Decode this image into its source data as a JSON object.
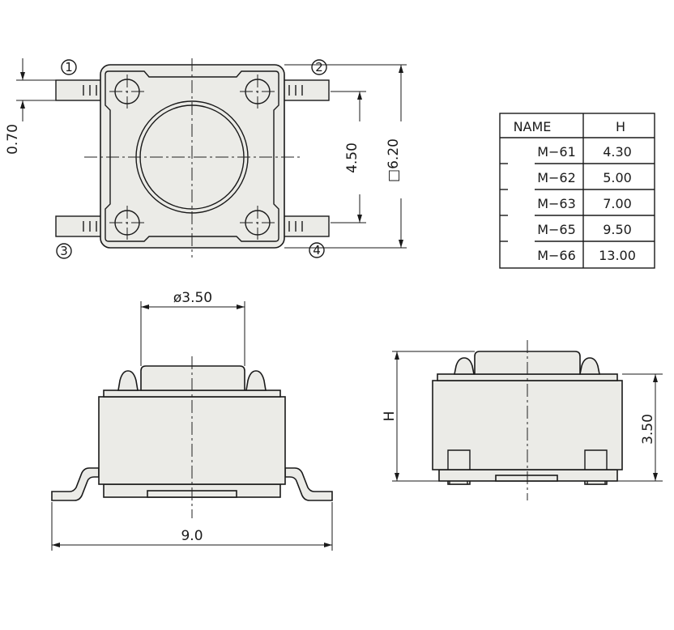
{
  "top_view": {
    "pin_labels": [
      "①",
      "②",
      "③",
      "④"
    ],
    "dim_pin_width": "0.70",
    "dim_pitch": "4.50",
    "dim_size": "□6.20"
  },
  "front_view": {
    "dim_button_dia": "ø3.50",
    "dim_width": "9.0"
  },
  "side_view": {
    "dim_height": "H",
    "dim_body_height": "3.50"
  },
  "height_table": {
    "headers": [
      "NAME",
      "H"
    ],
    "rows": [
      {
        "name": "M−61",
        "h": "4.30"
      },
      {
        "name": "M−62",
        "h": "5.00"
      },
      {
        "name": "M−63",
        "h": "7.00"
      },
      {
        "name": "M−65",
        "h": "9.50"
      },
      {
        "name": "M−66",
        "h": "13.00"
      }
    ]
  }
}
